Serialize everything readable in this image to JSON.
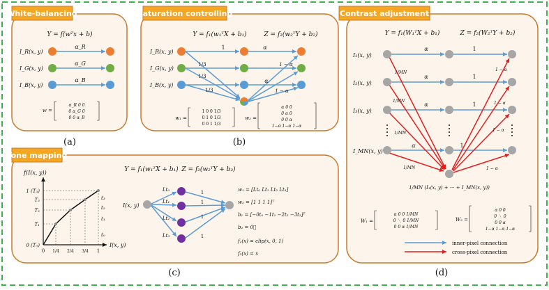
{
  "colors": {
    "outer_border": "#3cb44b",
    "panel_border": "#c97a2b",
    "panel_fill": "#fdf5ec",
    "title_fill": "#f5a623",
    "title_text": "#ffffff",
    "node_grey": "#a6a6a6",
    "node_red": "#ed7d31",
    "node_green": "#70ad47",
    "node_blue": "#5b9bd5",
    "node_purple": "#7030a0",
    "arrow_blue": "#5b9bd5",
    "arrow_red": "#e02020"
  },
  "panels": {
    "white_balancing": {
      "title": "White-balancing",
      "caption": "(a)",
      "equation": "Y = f(wᵀx + b)",
      "inputs": [
        "I_R(x, y)",
        "I_G(x, y)",
        "I_B(x, y)"
      ],
      "weights": [
        "α_R",
        "α_G",
        "α_B"
      ],
      "matrix_name": "w =",
      "matrix_rows": [
        "α_R  0  0",
        "0  α_G  0",
        "0  0  α_B"
      ]
    },
    "saturation_controlling": {
      "title": "Saturation controlling",
      "caption": "(b)",
      "eq1": "Y = f₁(w₁ᵀX + b₁)",
      "eq2": "Z = f₂(w₂ᵀY + b₂)",
      "inputs": [
        "I_R(x, y)",
        "I_G(x, y)",
        "I_B(x, y)"
      ],
      "edge_labels": [
        "1",
        "1/3",
        "1/3",
        "1/3"
      ],
      "out_labels": [
        "α",
        "1 − α",
        "α",
        "1 − α"
      ],
      "w1_name": "w₁ =",
      "w1_rows": [
        "1  0  0  1/3",
        "0  1  0  1/3",
        "0  0  1  1/3"
      ],
      "w2_name": "w₂ =",
      "w2_rows": [
        "α  0  0",
        "0  α  0",
        "0  0  α",
        "1−α  1−α  1−α"
      ]
    },
    "tone_mapping": {
      "title": "Tone mapping",
      "caption": "(c)",
      "eq1": "Y = f₁(w₁ᵀX + b₁)",
      "eq2": "Z = f₂(w₂ᵀY + b₂)",
      "plot": {
        "y_label": "f(I(x, y))",
        "x_label": "I(x, y)",
        "y_ticks": [
          "1 (T₃)",
          "T₃",
          "T₂",
          "T₁",
          "0 (T₀)"
        ],
        "x_ticks": [
          "0",
          "1/4",
          "2/4",
          "3/4",
          "1"
        ],
        "right_ticks": [
          "t₃",
          "t₂",
          "t₁",
          "t₀"
        ]
      },
      "input": "I(x, y)",
      "hidden": [
        "Lt₀",
        "Lt₁",
        "Lt₂",
        "Lt₃"
      ],
      "hidden_out_label": "1",
      "equations": [
        "w₁ = [Lt₀  Lt₁  Lt₂  Lt₃]",
        "w₂ = [1  1  1  1]ᵀ",
        "b₁ = [−0t₀  −1t₁  −2t₂  −3t₃]ᵀ",
        "b₂ = 0⃗",
        "f₁(x) = clip(x, 0, 1)",
        "f₂(x) = x"
      ]
    },
    "contrast_adjustment": {
      "title": "Contrast adjustment",
      "caption": "(d)",
      "eq1": "Y = f₁(W₁ᵀX + b₁)",
      "eq2": "Z = f₂(W₂ᵀY + b₂)",
      "inputs": [
        "I₁(x, y)",
        "I₂(x, y)",
        "I₃(x, y)",
        "I_MN(x, y)"
      ],
      "edge_labels": [
        "α",
        "1",
        "1/MN",
        "1 − α"
      ],
      "sum_expr": "1/MN (I₁(x, y) + ··· + I_MN(x, y))",
      "w1_name": "W₁ =",
      "w1_rows": [
        "α  0  0  1/MN",
        "0  ⋱  0  1/MN",
        "0  0  α  1/MN"
      ],
      "w2_name": "W₂ =",
      "w2_rows": [
        "α  0  0",
        "0  ⋱  0",
        "0  0  α",
        "1−α  1−α  1−α"
      ],
      "legend": [
        "inner-pixel connection",
        "cross-pixel connection"
      ]
    }
  }
}
